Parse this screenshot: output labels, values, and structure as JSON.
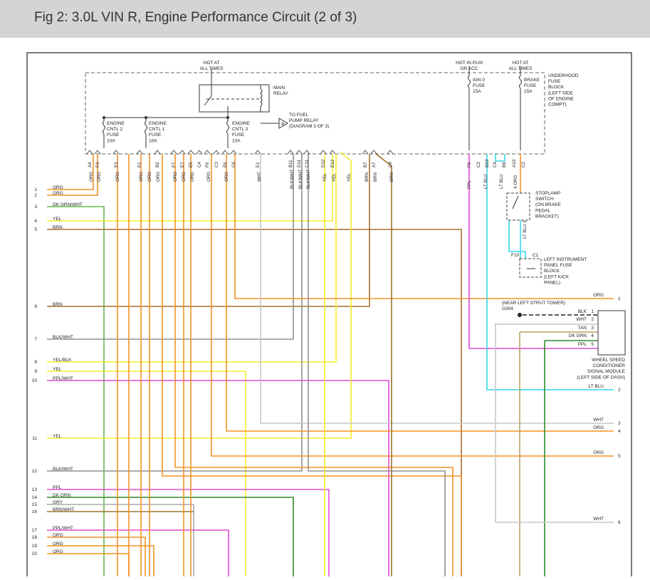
{
  "title": "Fig 2: 3.0L VIN R, Engine Performance Circuit (2 of 3)",
  "colors": {
    "ORG": "#f39226",
    "YEL": "#f5ed2a",
    "BRN": "#a0702a",
    "DKGRN": "#2f8a2a",
    "GRN": "#6ab64a",
    "BLKWHT": "#909090",
    "WHT": "#c8c8c8",
    "PPL": "#e04ad8",
    "LTBLU": "#38d6e8",
    "TAN": "#b9a26a",
    "GRY": "#a8a8a8",
    "BLK": "#202020"
  },
  "labels": {
    "hot_at_all_times": [
      "HOT AT",
      "ALL TIMES"
    ],
    "main_relay": [
      "MAIN",
      "RELAY"
    ],
    "to_fuel_pump_relay": [
      "TO FUEL",
      "PUMP RELAY",
      "(DIAGRAM 3 OF 3)"
    ],
    "connector_a": "A",
    "engine_cntl_2_fuse": [
      "ENGINE",
      "CNTL 2",
      "FUSE",
      "10A"
    ],
    "engine_cntl_1_fuse": [
      "ENGINE",
      "CNTL 1",
      "FUSE",
      "10A"
    ],
    "engine_cntl_3_fuse": [
      "ENGINE",
      "CNTL 3",
      "FUSE",
      "10A"
    ],
    "hot_in_run": [
      "HOT IN RUN",
      "OR ACC"
    ],
    "hot_at_all_times_2": [
      "HOT AT",
      "ALL TIMES"
    ],
    "ign0_fuse": [
      "IGN 0",
      "FUSE",
      "15A"
    ],
    "brake_fuse": [
      "BRAKE",
      "FUSE",
      "15A"
    ],
    "underhood_block": [
      "UNDERHOOD",
      "FUSE",
      "BLOCK",
      "(LEFT SIDE",
      "OF ENGINE",
      "COMPT)"
    ],
    "stoplamp_switch": [
      "STOPLAMP",
      "SWITCH",
      "(ON BRAKE",
      "PEDAL",
      "BRACKET)"
    ],
    "left_ip_fuse_block": [
      "LEFT INSTRUMENT",
      "PANEL FUSE",
      "BLOCK",
      "(LEFT KICK",
      "PANEL)"
    ],
    "f10": "F10",
    "c1": "C1",
    "g304": [
      "(NEAR LEFT STRUT TOWER)",
      "G304"
    ],
    "wssm": [
      "WHEEL SPEED",
      "CONDITIONER",
      "SIGNAL MODULE",
      "(LEFT SIDE OF DASH)"
    ]
  },
  "top_pins": [
    "A4",
    "F3",
    "E3",
    "F2",
    "B2",
    "F7",
    "E7",
    "E5",
    "C4",
    "F6",
    "C3",
    "E6",
    "C6",
    "E1",
    "B11",
    "D11",
    "C11",
    "D12",
    "E12",
    "B7",
    "A7",
    "C4"
  ],
  "top_wire_labels": [
    "ORG",
    "ORG",
    "ORG",
    "ORG",
    "ORG",
    "ORG",
    "ORG",
    "ORG",
    "ORG",
    "ORG",
    "ORG",
    "WHT",
    "BLK/WHT",
    "BLK/WHT",
    "BLK/WHT",
    "YEL",
    "YEL",
    "YEL",
    "BRN",
    "BRN",
    "BRN"
  ],
  "right_pins": [
    "F9",
    "C2",
    "B10",
    "C4",
    "B9",
    "A10",
    "C2"
  ],
  "right_wire_labels": [
    "PPL",
    "LT BLU",
    "LT BLU",
    "4 ORG",
    "LT BLU 3"
  ],
  "left_wires": [
    {
      "num": "1",
      "label": "ORG"
    },
    {
      "num": "2",
      "label": "ORG"
    },
    {
      "num": "3",
      "label": "DK GRN/WHT"
    },
    {
      "num": "4",
      "label": "YEL"
    },
    {
      "num": "5",
      "label": "BRN"
    },
    {
      "num": "6",
      "label": "BRN"
    },
    {
      "num": "7",
      "label": "BLK/WHT"
    },
    {
      "num": "8",
      "label": "YEL/BLK"
    },
    {
      "num": "9",
      "label": "YEL"
    },
    {
      "num": "10",
      "label": "PPL/WHT"
    },
    {
      "num": "11",
      "label": "YEL"
    },
    {
      "num": "12",
      "label": "BLK/WHT"
    },
    {
      "num": "13",
      "label": "PPL"
    },
    {
      "num": "14",
      "label": "DK GRN"
    },
    {
      "num": "15",
      "label": "GRY"
    },
    {
      "num": "16",
      "label": "BRN/WHT"
    },
    {
      "num": "17",
      "label": "PPL/WHT"
    },
    {
      "num": "18",
      "label": "ORG"
    },
    {
      "num": "19",
      "label": "ORG"
    },
    {
      "num": "20",
      "label": "ORG"
    }
  ],
  "right_wires": [
    {
      "num": "1",
      "label": "ORG"
    },
    {
      "num": "2",
      "label": "LT BLU"
    },
    {
      "num": "3",
      "label": "WHT"
    },
    {
      "num": "4",
      "label": "ORG"
    },
    {
      "num": "5",
      "label": "ORG"
    },
    {
      "num": "6",
      "label": "WHT"
    }
  ],
  "module_pins": [
    {
      "num": "1",
      "label": "BLK"
    },
    {
      "num": "2",
      "label": "WHT"
    },
    {
      "num": "3",
      "label": "TAN"
    },
    {
      "num": "4",
      "label": "DK GRN"
    },
    {
      "num": "5",
      "label": "PPL"
    }
  ]
}
